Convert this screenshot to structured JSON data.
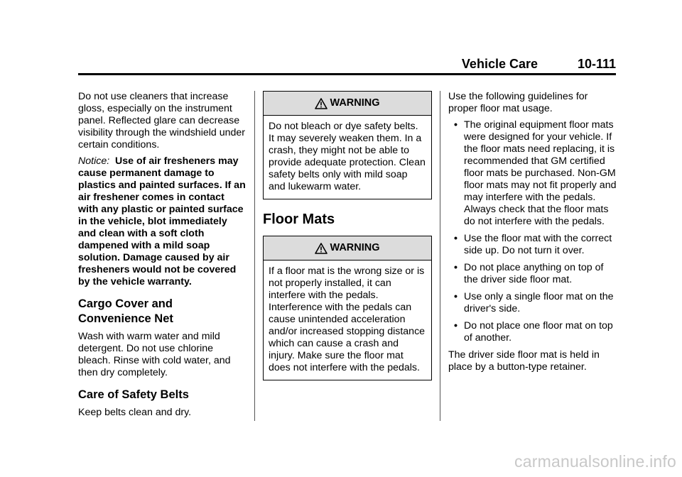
{
  "header": {
    "title": "Vehicle Care",
    "page_number": "10-111"
  },
  "col1": {
    "para1": "Do not use cleaners that increase gloss, especially on the instrument panel. Reflected glare can decrease visibility through the windshield under certain conditions.",
    "notice_label": "Notice:",
    "notice_text": "Use of air fresheners may cause permanent damage to plastics and painted surfaces. If an air freshener comes in contact with any plastic or painted surface in the vehicle, blot immediately and clean with a soft cloth dampened with a mild soap solution. Damage caused by air fresheners would not be covered by the vehicle warranty.",
    "heading_cargo": "Cargo Cover and Convenience Net",
    "cargo_text": "Wash with warm water and mild detergent. Do not use chlorine bleach. Rinse with cold water, and then dry completely.",
    "heading_belts": "Care of Safety Belts",
    "belts_text": "Keep belts clean and dry."
  },
  "col2": {
    "warning1_title": "WARNING",
    "warning1_text": "Do not bleach or dye safety belts. It may severely weaken them. In a crash, they might not be able to provide adequate protection. Clean safety belts only with mild soap and lukewarm water.",
    "heading_floor": "Floor Mats",
    "warning2_title": "WARNING",
    "warning2_text": "If a floor mat is the wrong size or is not properly installed, it can interfere with the pedals. Interference with the pedals can cause unintended acceleration and/or increased stopping distance which can cause a crash and injury. Make sure the floor mat does not interfere with the pedals."
  },
  "col3": {
    "intro": "Use the following guidelines for proper floor mat usage.",
    "bullets": [
      "The original equipment floor mats were designed for your vehicle. If the floor mats need replacing, it is recommended that GM certified floor mats be purchased. Non-GM floor mats may not fit properly and may interfere with the pedals. Always check that the floor mats do not interfere with the pedals.",
      "Use the floor mat with the correct side up. Do not turn it over.",
      "Do not place anything on top of the driver side floor mat.",
      "Use only a single floor mat on the driver's side.",
      "Do not place one floor mat on top of another."
    ],
    "closing": "The driver side floor mat is held in place by a button-type retainer."
  },
  "watermark": "carmanualsonline.info",
  "icons": {
    "warning": "warning-triangle-icon",
    "bullet": "bullet-icon"
  }
}
